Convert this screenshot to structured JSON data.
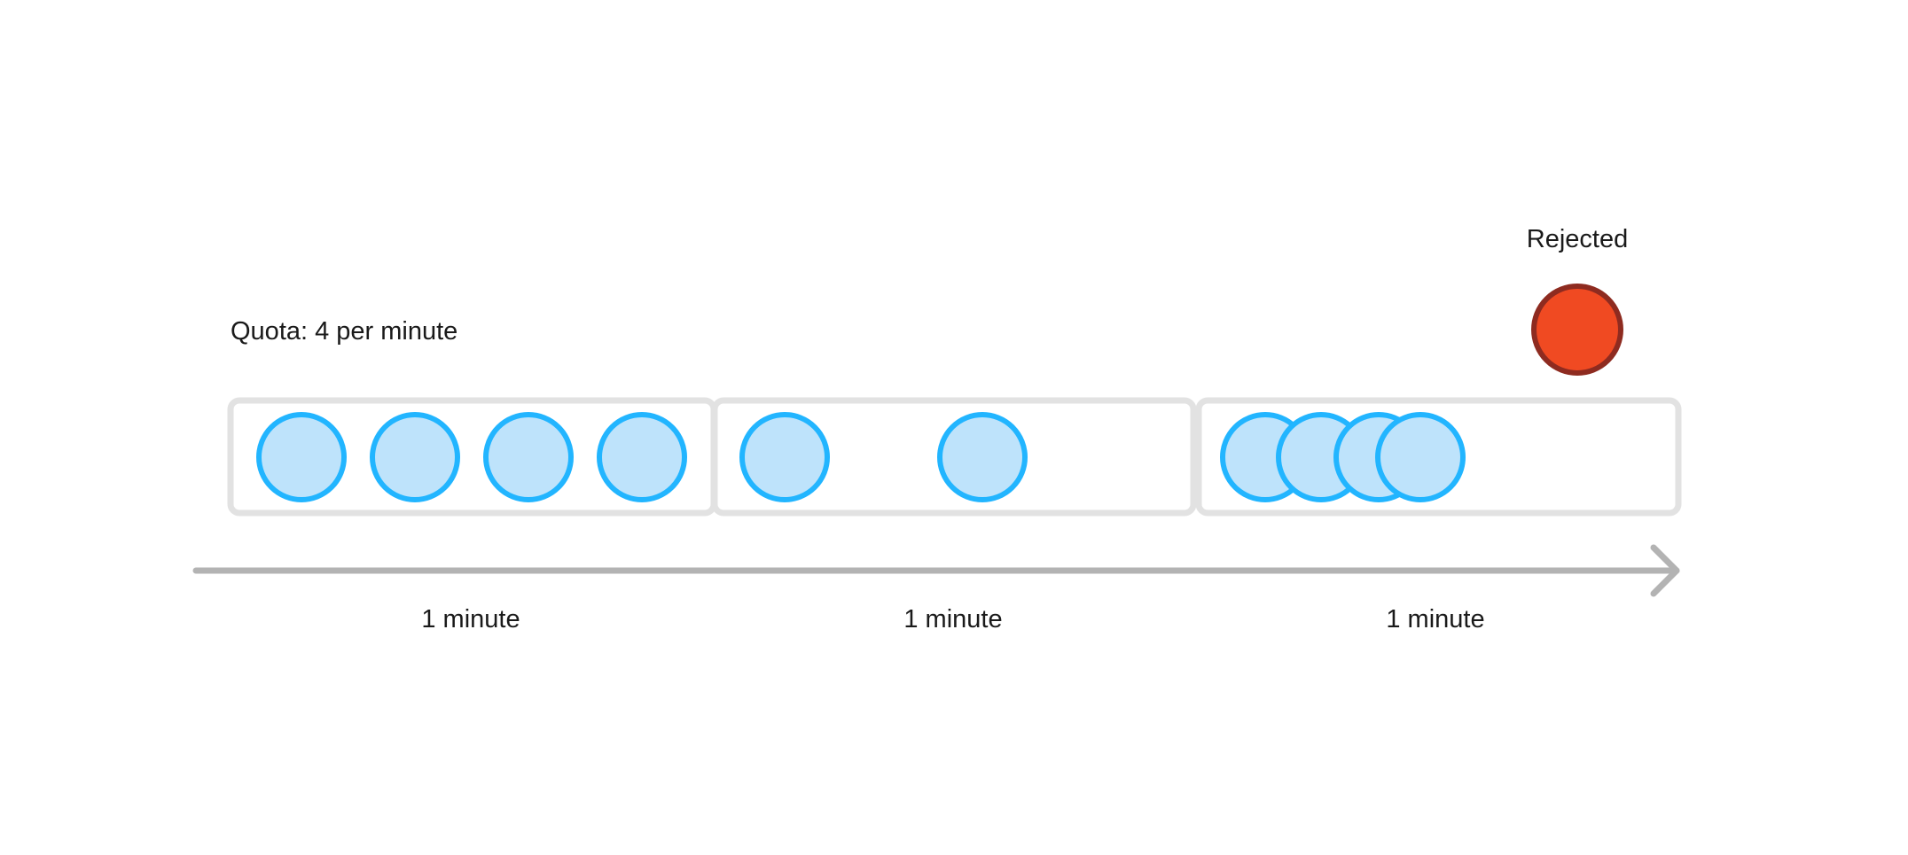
{
  "quota_label": "Quota: 4 per minute",
  "rejected_label": "Rejected",
  "windows": [
    {
      "label": "1 minute",
      "requests": 4
    },
    {
      "label": "1 minute",
      "requests": 2
    },
    {
      "label": "1 minute",
      "requests": 4
    }
  ],
  "colors": {
    "request_fill": "#bee3fb",
    "request_stroke": "#22b5ff",
    "rejected_fill": "#f04a22",
    "rejected_stroke": "#8e2b20",
    "window_border": "#e2e2e2",
    "timeline": "#b3b3b3",
    "text": "#1a1a1a"
  }
}
